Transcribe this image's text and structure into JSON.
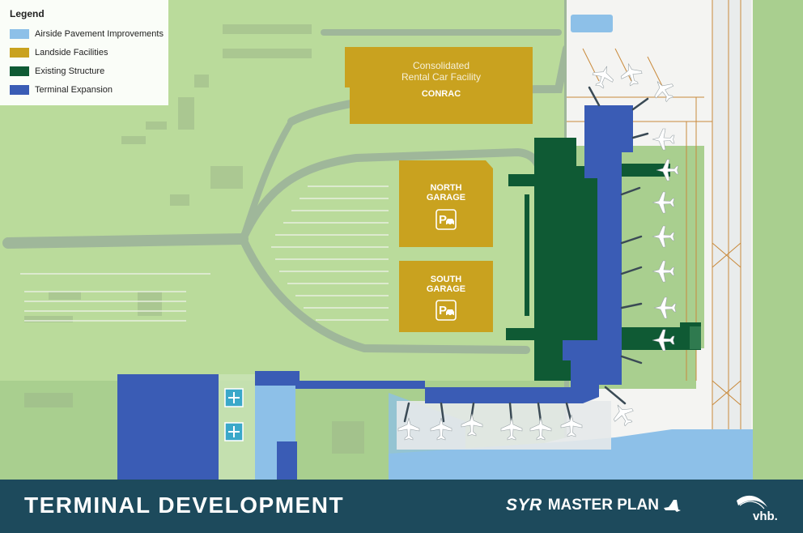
{
  "legend": {
    "title": "Legend",
    "items": [
      {
        "key": "airside",
        "label": "Airside Pavement Improvements",
        "color": "#8dc0e8"
      },
      {
        "key": "landside",
        "label": "Landside Facilities",
        "color": "#c9a21f"
      },
      {
        "key": "existing",
        "label": "Existing Structure",
        "color": "#0f5a34"
      },
      {
        "key": "terminal",
        "label": "Terminal Expansion",
        "color": "#3a5cb5"
      }
    ]
  },
  "map": {
    "conrac": {
      "name_line1": "Consolidated",
      "name_line2": "Rental Car Facility",
      "code": "CONRAC"
    },
    "north_garage": {
      "line1": "NORTH",
      "line2": "GARAGE"
    },
    "south_garage": {
      "line1": "SOUTH",
      "line2": "GARAGE"
    },
    "icons": [
      "parking-icon",
      "rental-car-icon",
      "cross-icon",
      "aircraft-icon"
    ],
    "colors": {
      "grass": "#a9cf8f",
      "grass_light": "#c2df9f",
      "green_overlay": "#b6d89a",
      "road": "#9fb79a",
      "pavement": "#f4f4f2",
      "airside": "#8dc0e8",
      "landside": "#c9a21f",
      "existing": "#0f5a34",
      "terminal": "#3a5cb5",
      "apron_line": "#c98a3c"
    }
  },
  "footer": {
    "title": "TERMINAL DEVELOPMENT",
    "brand_code": "SYR",
    "brand_name": "MASTER PLAN",
    "firm": "vhb."
  }
}
